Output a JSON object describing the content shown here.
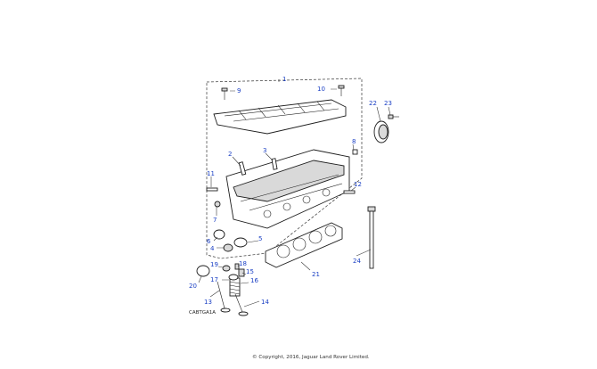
{
  "diagram": {
    "callouts": [
      "1",
      "2",
      "3",
      "4",
      "5",
      "6",
      "7",
      "8",
      "9",
      "10",
      "11",
      "12",
      "13",
      "14",
      "15",
      "16",
      "17",
      "18",
      "19",
      "20",
      "21",
      "22",
      "23",
      "24"
    ],
    "figure_code": "CABTGA1A",
    "copyright": "© Copyright, 2016, Jaguar Land Rover Limited."
  },
  "colors": {
    "callout": "#1a3fc4",
    "line": "#1e1e1e"
  }
}
